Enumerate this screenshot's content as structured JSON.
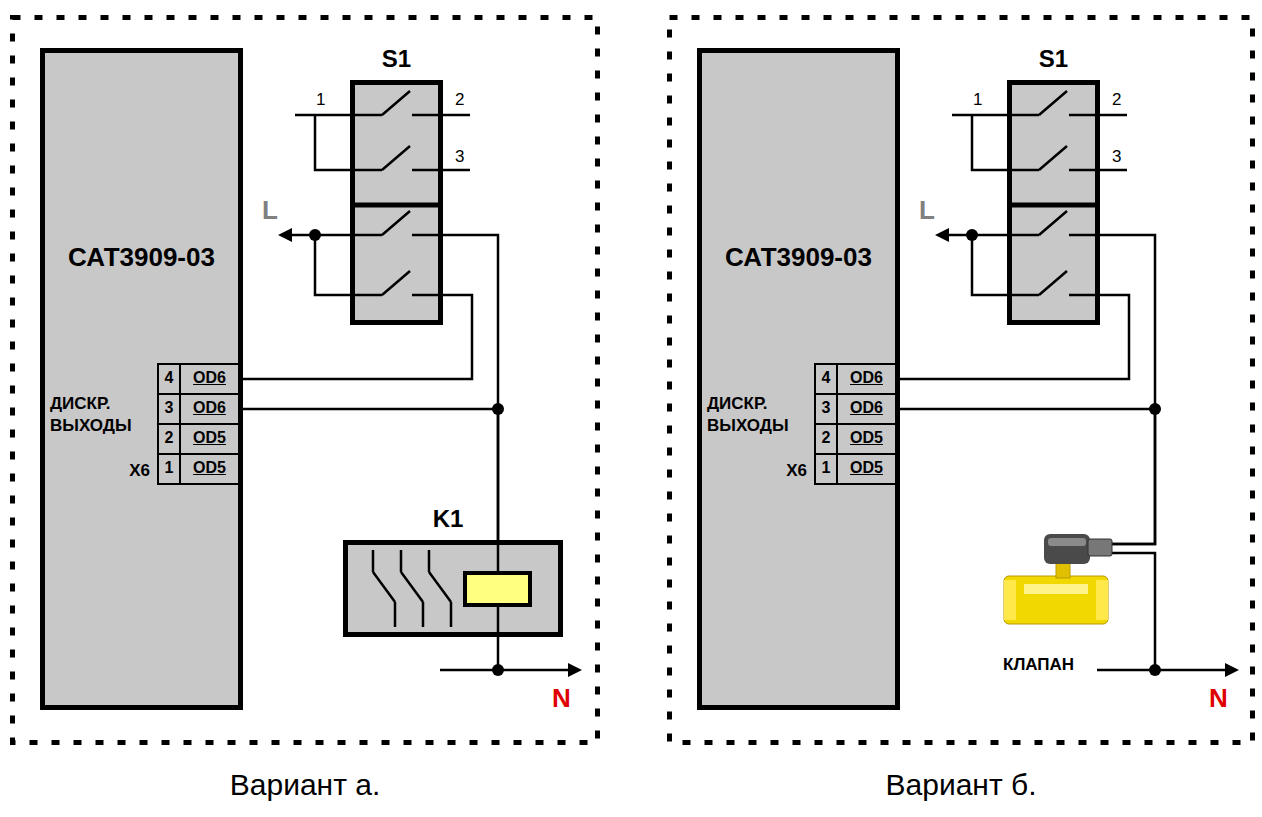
{
  "diagram": {
    "nodes": [
      {
        "text": [
          "Вариант а."
        ]
      },
      {
        "text": [
          "САТ3909-03"
        ],
        "in": 0
      },
      {
        "text": [
          "S1"
        ],
        "in": 0
      },
      {
        "text": [
          "K1"
        ],
        "in": 0
      },
      {
        "text": [
          "Вариант б."
        ]
      },
      {
        "text": [
          "САТ3909-03"
        ],
        "in": 4
      },
      {
        "text": [
          "S1"
        ],
        "in": 4
      },
      {
        "text": [
          "КЛАПАН"
        ],
        "in": 4
      }
    ],
    "edges": [
      {
        "from": 1,
        "to": 2,
        "arrow": "none"
      },
      {
        "from": 1,
        "to": 3,
        "arrow": "none"
      },
      {
        "from": 2,
        "to": 3,
        "arrow": "none"
      },
      {
        "from": 5,
        "to": 6,
        "arrow": "none"
      },
      {
        "from": 5,
        "to": 7,
        "arrow": "none"
      },
      {
        "from": 6,
        "to": 7,
        "arrow": "none"
      }
    ],
    "labels": [
      "1",
      "2",
      "3",
      "L",
      "ДИСКР. ВЫХОДЫ",
      "X6",
      "4",
      "OD6",
      "3",
      "OD6",
      "2",
      "OD5",
      "1",
      "OD5",
      "N",
      "1",
      "2",
      "3",
      "L",
      "ДИСКР. ВЫХОДЫ",
      "X6",
      "4",
      "OD6",
      "3",
      "OD6",
      "2",
      "OD5",
      "1",
      "OD5",
      "N"
    ]
  }
}
